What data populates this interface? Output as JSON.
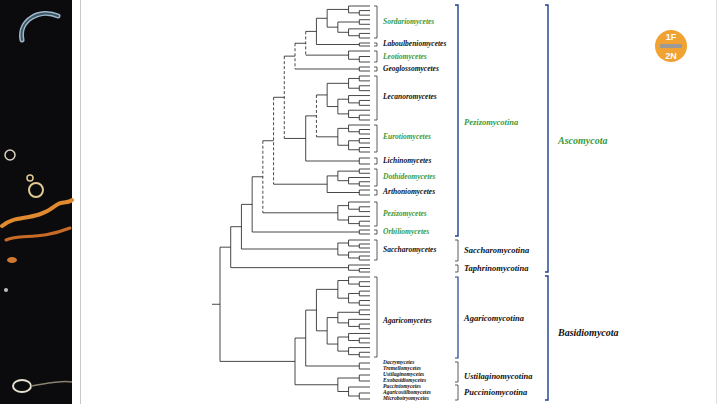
{
  "diagram": {
    "labels": [
      "1F",
      "2N",
      "Sordariomycetes",
      "Laboulbeniomycetes",
      "Leotiomycetes",
      "Geoglossomycetes",
      "Lecanoromycetes",
      "Pezizomycotina",
      "Eurotiomycetes",
      "Ascomycota",
      "Lichinomycetes",
      "Dothideomycetes",
      "Arthoniomycetes",
      "Pezizomycetes",
      "Orbiliomycetes",
      "Saccharomycetes",
      "Saccharomycotina",
      "Taphrinomycotina",
      "Agaricomycotina",
      "Agaricomycetes",
      "Basidiomycota",
      "Dacrymycetes",
      "Tremellomycetes",
      "Ustilaginomycetes",
      "Ustilaginomycotina",
      "Exobasidiomycetes",
      "Pucciniomycetes",
      "Pucciniomycotina",
      "Agaricostilbomycetes",
      "Microbotryomycetes"
    ]
  }
}
